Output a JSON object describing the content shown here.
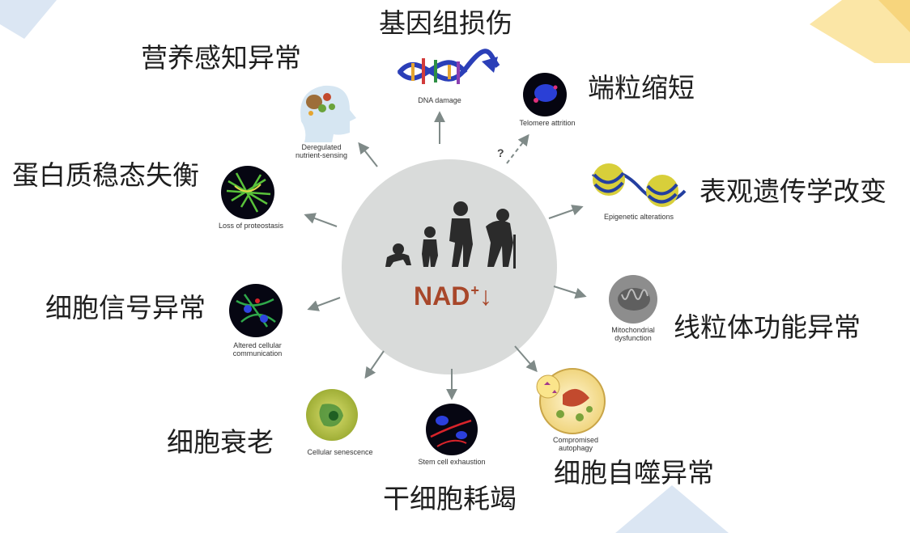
{
  "center": {
    "marker": "NAD",
    "superscript": "+",
    "arrow": "↓"
  },
  "hallmarks": [
    {
      "id": "dna",
      "zh": "基因组损伤",
      "en": [
        "DNA damage"
      ]
    },
    {
      "id": "telomere",
      "zh": "端粒缩短",
      "en": [
        "Telomere attrition"
      ],
      "note": "?"
    },
    {
      "id": "epigenetic",
      "zh": "表观遗传学改变",
      "en": [
        "Epigenetic alterations"
      ]
    },
    {
      "id": "mito",
      "zh": "线粒体功能异常",
      "en": [
        "Mitochondrial",
        "dysfunction"
      ]
    },
    {
      "id": "autophagy",
      "zh": "细胞自噬异常",
      "en": [
        "Compromised",
        "autophagy"
      ]
    },
    {
      "id": "stem",
      "zh": "干细胞耗竭",
      "en": [
        "Stem cell exhaustion"
      ]
    },
    {
      "id": "senescence",
      "zh": "细胞衰老",
      "en": [
        "Cellular senescence"
      ]
    },
    {
      "id": "communication",
      "zh": "细胞信号异常",
      "en": [
        "Altered cellular",
        "communication"
      ]
    },
    {
      "id": "proteostasis",
      "zh": "蛋白质稳态失衡",
      "en": [
        "Loss of proteostasis"
      ]
    },
    {
      "id": "nutrient",
      "zh": "营养感知异常",
      "en": [
        "Deregulated",
        "nutrient-sensing"
      ]
    }
  ],
  "colors": {
    "accent": "#a8472a",
    "circle": "#d9dbda",
    "arrow": "#7f8a88",
    "corner_blue": "#dbe6f3",
    "corner_yellow": "#fbe6a6"
  }
}
